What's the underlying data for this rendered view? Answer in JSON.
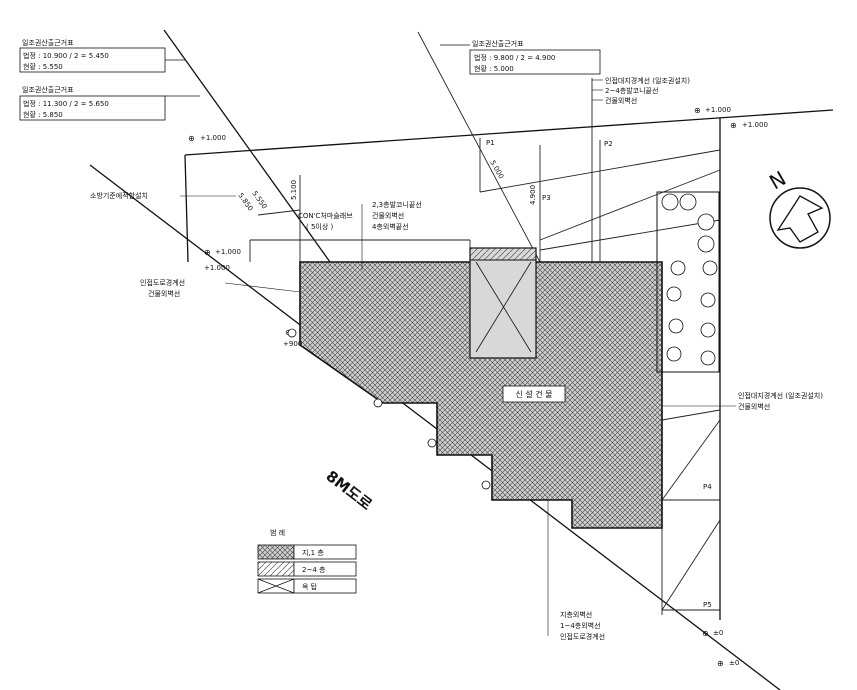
{
  "callouts": {
    "box1": {
      "title": "일조권산출근거표",
      "line1": "법정 : 10.900 / 2 = 5.450",
      "line2": "현황 : 5.550"
    },
    "box2": {
      "title": "일조권산출근거표",
      "line1": "법정 : 11.300 / 2 = 5.650",
      "line2": "현황 : 5.850"
    },
    "box3": {
      "title": "일조권산출근거표",
      "line1": "법정 : 9.800 / 2 = 4.900",
      "line2": "현황 : 5.000"
    }
  },
  "levels": {
    "tl1": "+1.000",
    "tl2": "+1.000",
    "tl3": "+1.000",
    "tr1": "+1.000",
    "tr2": "+1.000",
    "road": "+900",
    "b1": "±0",
    "b2": "±0"
  },
  "dims": {
    "d1": "5.550",
    "d2": "5.850",
    "d3": "5.100",
    "d4": "5.000",
    "d5": "4.900"
  },
  "points": {
    "p1": "P1",
    "p2": "P2",
    "p3": "P3",
    "p4": "P4",
    "p5": "P5"
  },
  "labels": {
    "trTop1": "인접대지경계선 (일조권설치)",
    "trTop2": "2~4층발코니끝선",
    "trTop3": "건물외벽선",
    "midTop1": "2,3층발코니끝선",
    "midTop2": "건물외벽선",
    "midTop3": "4층외벽끝선",
    "conc": "CON'C처마슬래브",
    "concSub": "( 5이상 )",
    "leftOld": "소방기준에적합설치",
    "left1": "인접도로경계선",
    "left2": "건물외벽선",
    "right1": "인접대지경계선 (일조권설치)",
    "right2": "건물외벽선",
    "bottom1": "지층외벽선",
    "bottom2": "1~4층외벽선",
    "bottom3": "인접도로경계선",
    "building": "신 설 건 물",
    "road": "8M도로",
    "north": "N"
  },
  "legend": {
    "title": "범 례",
    "items": [
      "지,1 층",
      "2~4 층",
      "옥 탑"
    ]
  }
}
